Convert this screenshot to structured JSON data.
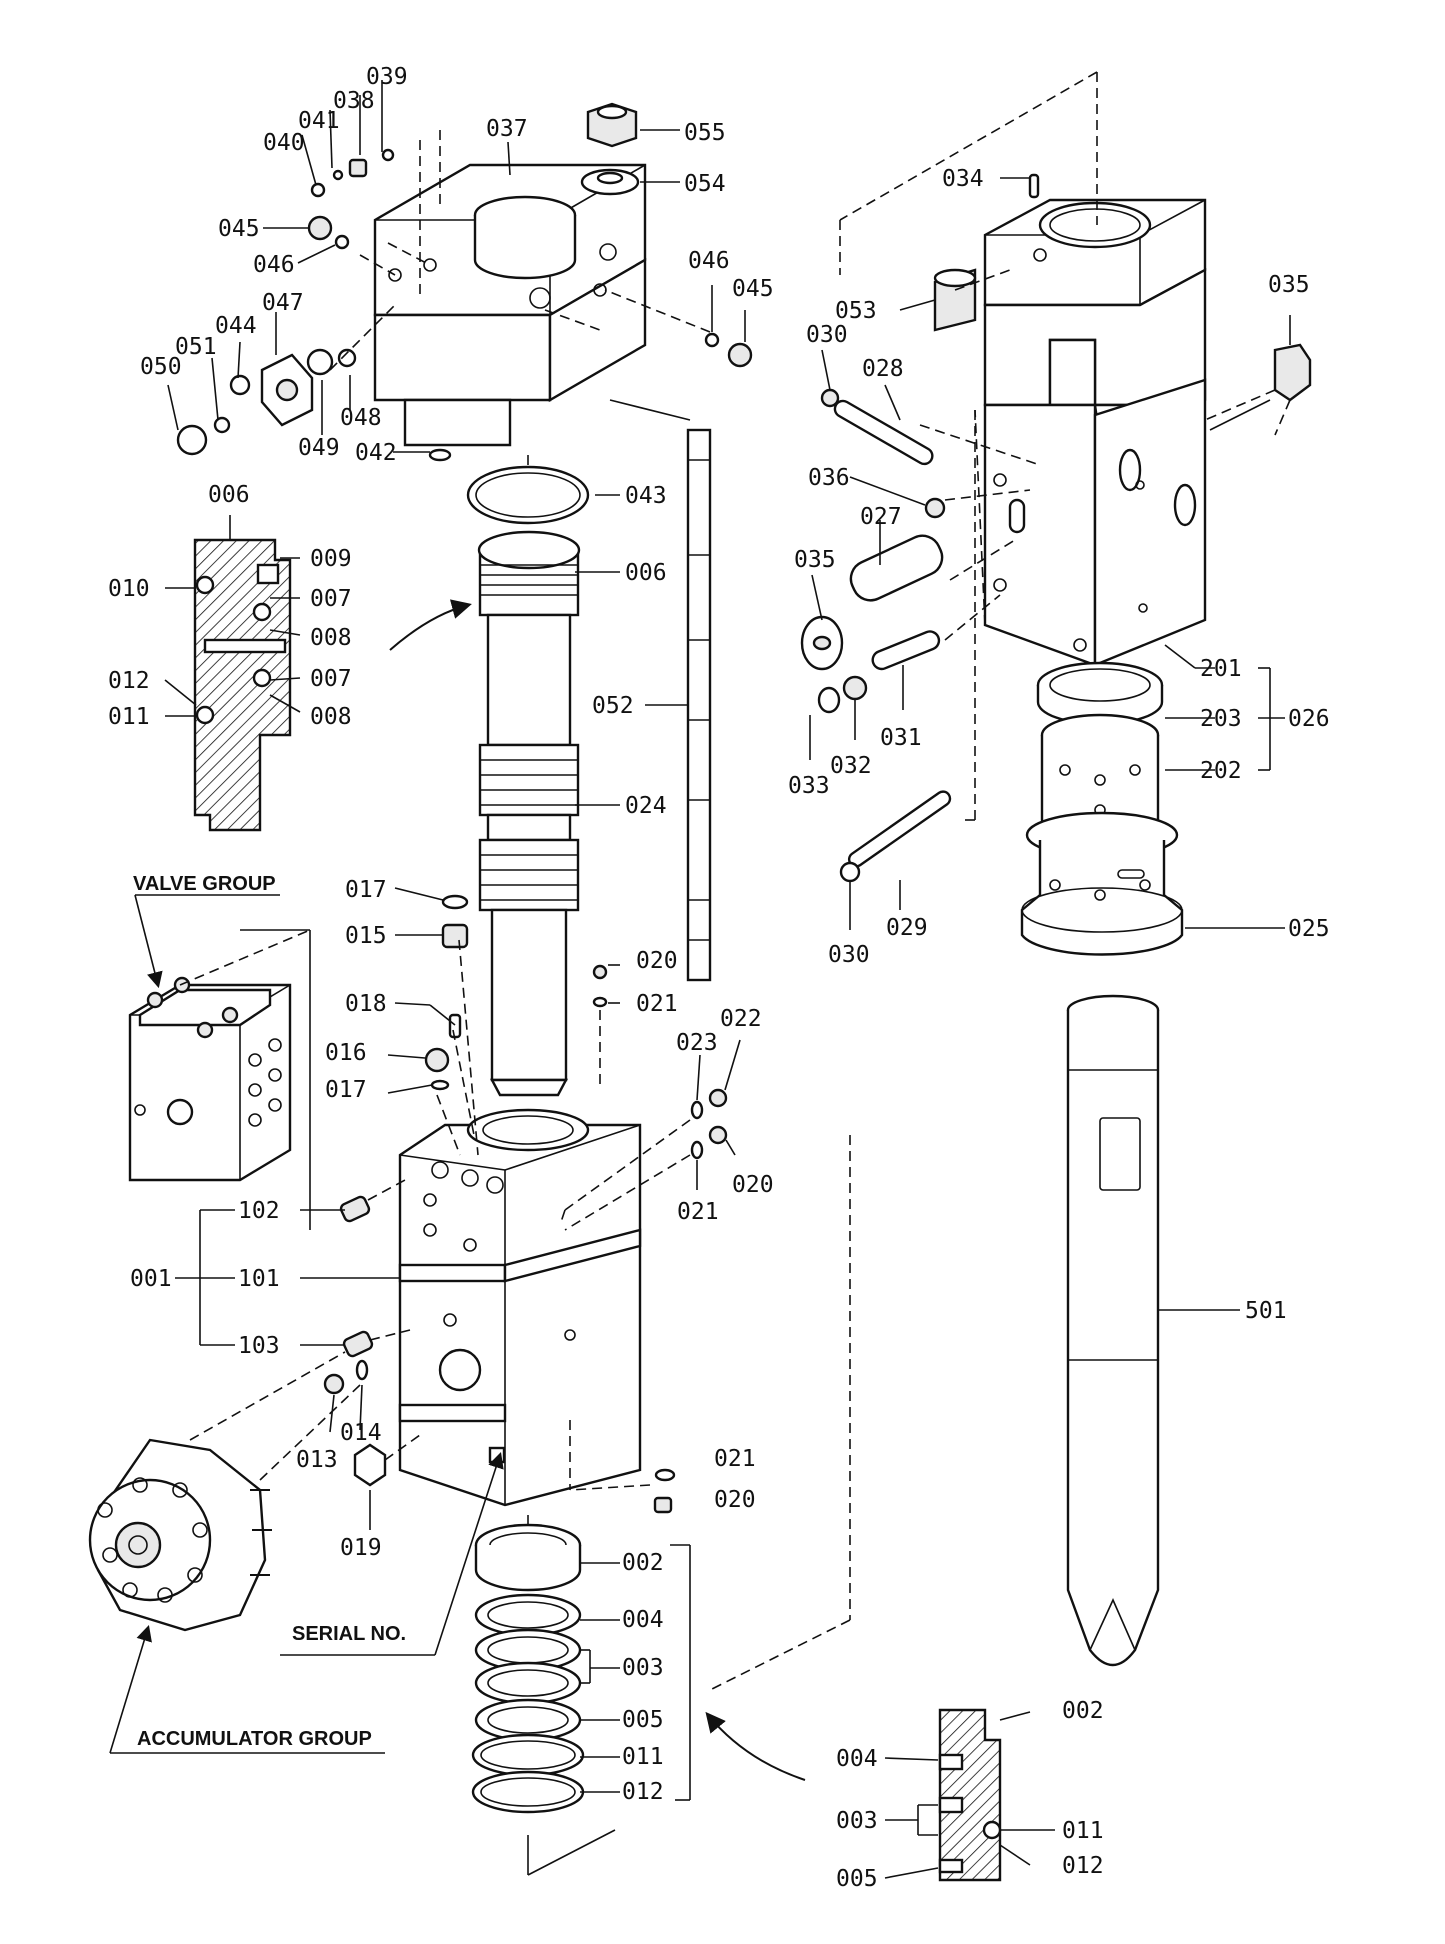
{
  "captions": {
    "valve_group": "VALVE GROUP",
    "accumulator_group": "ACCUMULATOR GROUP",
    "serial_no": "SERIAL NO."
  },
  "labels": {
    "p039": "039",
    "p038": "038",
    "p041": "041",
    "p040": "040",
    "p037": "037",
    "p055": "055",
    "p054": "054",
    "p045a": "045",
    "p046a": "046",
    "p047": "047",
    "p044": "044",
    "p051": "051",
    "p050": "050",
    "p049": "049",
    "p048": "048",
    "p042": "042",
    "p046b": "046",
    "p045b": "045",
    "p043": "043",
    "p006a": "006",
    "p006b": "006",
    "p009": "009",
    "p010": "010",
    "p007a": "007",
    "p008a": "008",
    "p012a": "012",
    "p007b": "007",
    "p011a": "011",
    "p008b": "008",
    "p052": "052",
    "p024": "024",
    "p017a": "017",
    "p015": "015",
    "p020a": "020",
    "p021a": "021",
    "p018": "018",
    "p016": "016",
    "p017b": "017",
    "p022": "022",
    "p023": "023",
    "p020b": "020",
    "p021b": "021",
    "p102": "102",
    "p001": "001",
    "p101": "101",
    "p103": "103",
    "p013": "013",
    "p014": "014",
    "p019": "019",
    "p021c": "021",
    "p020c": "020",
    "p002a": "002",
    "p004a": "004",
    "p003a": "003",
    "p005a": "005",
    "p011b": "011",
    "p012b": "012",
    "p034": "034",
    "p053": "053",
    "p035a": "035",
    "p030a": "030",
    "p028": "028",
    "p036": "036",
    "p027": "027",
    "p035b": "035",
    "p031": "031",
    "p033": "033",
    "p032": "032",
    "p201": "201",
    "p203": "203",
    "p026": "026",
    "p202": "202",
    "p029": "029",
    "p030b": "030",
    "p025": "025",
    "p501": "501",
    "p002b": "002",
    "p004b": "004",
    "p003b": "003",
    "p011c": "011",
    "p005b": "005",
    "p012c": "012"
  }
}
